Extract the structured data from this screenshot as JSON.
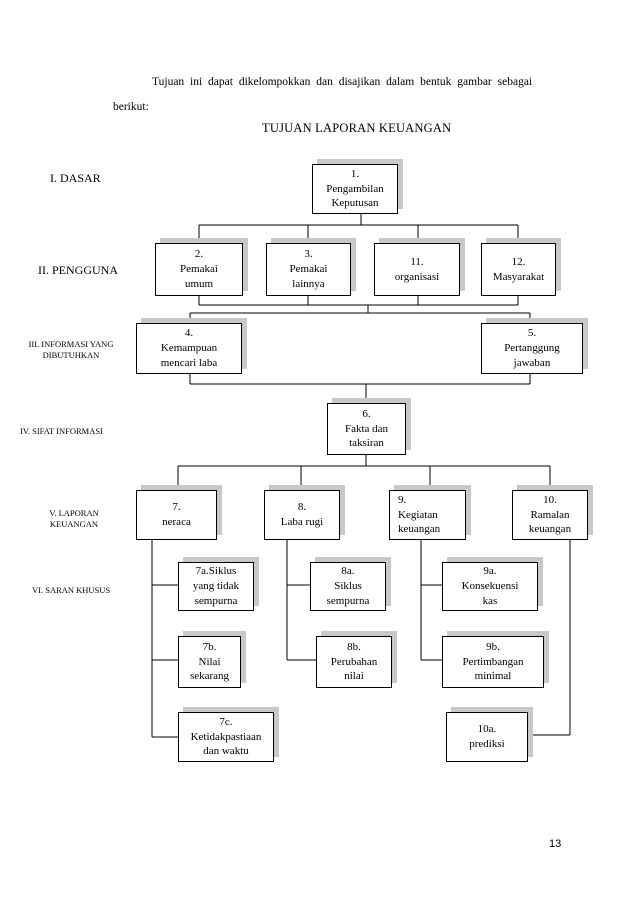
{
  "intro": {
    "line1": "Tujuan  ini  dapat  dikelompokkan  dan  disajikan  dalam  bentuk  gambar  sebagai",
    "line2": "berikut:"
  },
  "title": "TUJUAN LAPORAN KEUANGAN",
  "levels": {
    "l1": "I. DASAR",
    "l2": "II. PENGGUNA",
    "l3": [
      "III. INFORMASI YANG",
      "DIBUTUHKAN"
    ],
    "l4": "IV. SIFAT INFORMASI",
    "l5": [
      "V. LAPORAN",
      "KEUANGAN"
    ],
    "l6": "VI. SARAN KHUSUS"
  },
  "boxes": {
    "b1": [
      "1.",
      "Pengambilan",
      "Keputusan"
    ],
    "b2": [
      "2.",
      "Pemakai",
      "umum"
    ],
    "b3": [
      "3.",
      "Pemakai",
      "lainnya"
    ],
    "b11": [
      "11.",
      "organisasi"
    ],
    "b12": [
      "12.",
      "Masyarakat"
    ],
    "b4": [
      "4.",
      "Kemampuan",
      "mencari laba"
    ],
    "b5": [
      "5.",
      "Pertanggung",
      "jawaban"
    ],
    "b6": [
      "6.",
      "Fakta dan",
      "taksiran"
    ],
    "b7": [
      "7.",
      "neraca"
    ],
    "b8": [
      "8.",
      "Laba rugi"
    ],
    "b9": [
      "9.",
      "Kegiatan",
      "keuangan"
    ],
    "b10": [
      "10.",
      "Ramalan",
      "keuangan"
    ],
    "b7a": [
      "7a.Siklus",
      "yang tidak",
      "sempurna"
    ],
    "b7b": [
      "7b.",
      "Nilai",
      "sekarang"
    ],
    "b7c": [
      "7c.",
      "Ketidakpastiaan",
      "dan waktu"
    ],
    "b8a": [
      "8a.",
      "Siklus",
      "sempurna"
    ],
    "b8b": [
      "8b.",
      "Perubahan",
      "nilai"
    ],
    "b9a": [
      "9a.",
      "Konsekuensi",
      "kas"
    ],
    "b9b": [
      "9b.",
      "Pertimbangan",
      "minimal"
    ],
    "b10a": [
      "10a.",
      "prediksi"
    ]
  },
  "page_number": "13"
}
